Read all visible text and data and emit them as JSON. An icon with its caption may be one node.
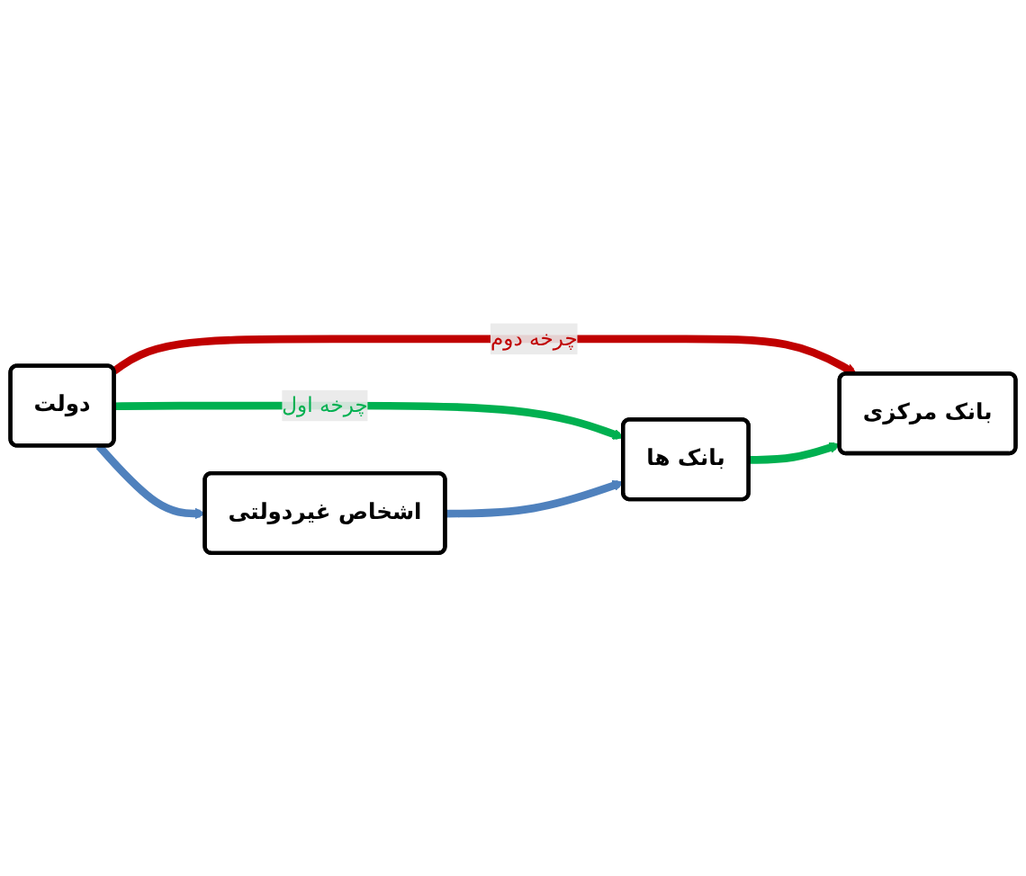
{
  "diagram": {
    "nodes": [
      {
        "text": [
          "دولت"
        ]
      },
      {
        "text": [
          "بانک مرکزی"
        ]
      },
      {
        "text": [
          "اشخاص غیردولتی"
        ]
      },
      {
        "text": [
          "بانک ها"
        ]
      }
    ],
    "edges": [
      {
        "from": 0,
        "to": 1,
        "arrow": "to",
        "label": "چرخه دوم",
        "color": "#c00000"
      },
      {
        "from": 0,
        "to": 3,
        "arrow": "to",
        "label": "چرخه اول",
        "color": "#00b050"
      },
      {
        "from": 0,
        "to": 2,
        "arrow": "to",
        "color": "#4f81bd"
      },
      {
        "from": 2,
        "to": 3,
        "arrow": "to",
        "color": "#4f81bd"
      },
      {
        "from": 3,
        "to": 1,
        "arrow": "to",
        "color": "#00b050"
      }
    ]
  }
}
